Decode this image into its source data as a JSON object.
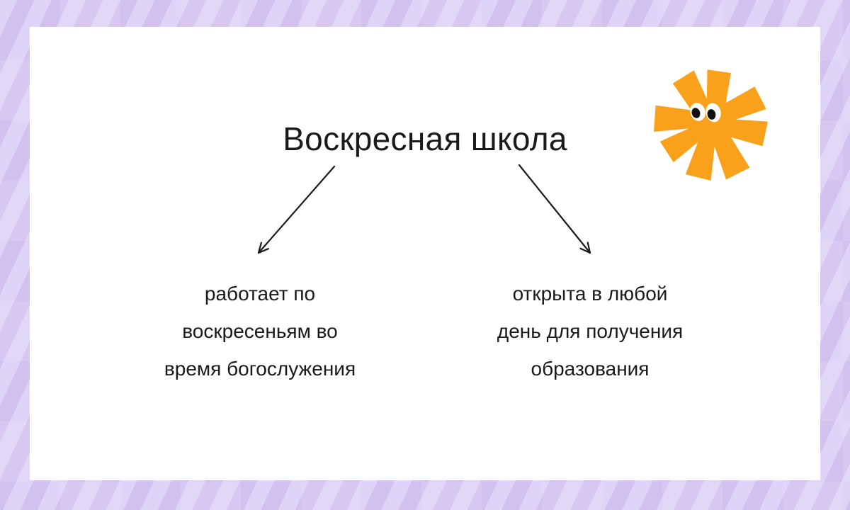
{
  "diagram": {
    "root": "Воскресная школа",
    "branches": [
      {
        "id": "left",
        "lines": [
          "работает по",
          "воскресеньям во",
          "время богослужения"
        ]
      },
      {
        "id": "right",
        "lines": [
          "открыта в любой",
          "день для получения",
          "образования"
        ]
      }
    ],
    "icons": [
      "star-mascot-icon"
    ]
  },
  "colors": {
    "background_light": "#ded4f7",
    "background_dark": "#d2c1ef",
    "card": "#ffffff",
    "text": "#1a1a1a",
    "arrow": "#1a1a1a",
    "mascot_orange": "#f9a11b",
    "eye_white": "#ffffff",
    "pupil": "#111111"
  }
}
